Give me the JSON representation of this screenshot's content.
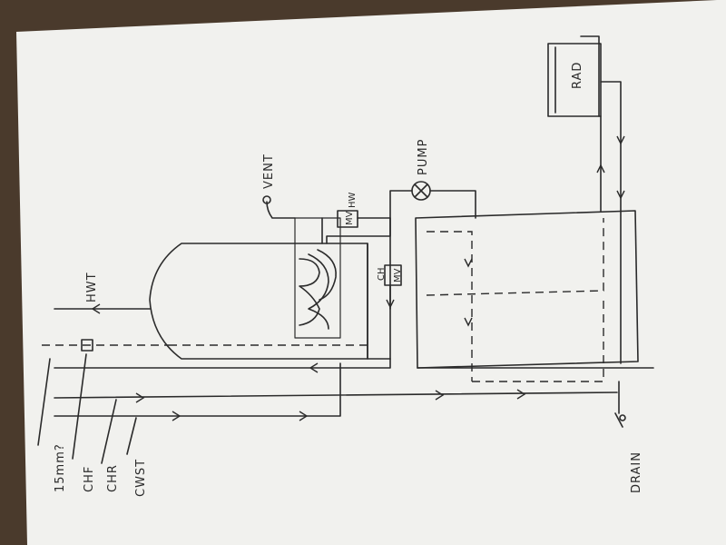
{
  "labels": {
    "vent": "VENT",
    "pump": "PUMP",
    "hw": "HW",
    "hw_mv": "MV",
    "ch": "CH",
    "ch_mv": "MV",
    "rad": "RAD",
    "hwt": "HWT",
    "chf": "CHF",
    "chr": "CHR",
    "cwst": "CWST",
    "pipe_size": "15mm?",
    "drain": "DRAIN"
  },
  "colors": {
    "ink": "#2b2b2b",
    "paper": "#f2f2ef",
    "background": "#4a3a2c"
  }
}
